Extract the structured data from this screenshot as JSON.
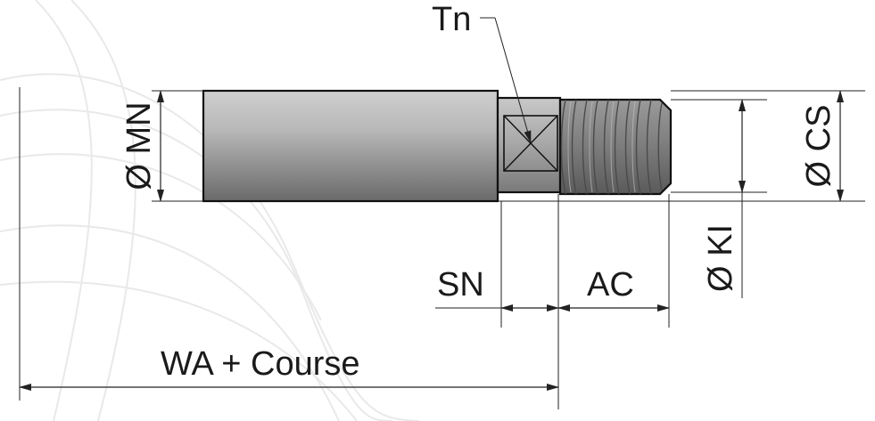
{
  "labels": {
    "tn": "Tn",
    "mn": "Ø MN",
    "cs": "Ø CS",
    "ki": "Ø KI",
    "sn": "SN",
    "ac": "AC",
    "wa": "WA + Course"
  },
  "colors": {
    "line": "#222222",
    "rod_body": "#a8a8a8",
    "thread": "#7f7f7f",
    "background_swirl": "#ededed"
  }
}
